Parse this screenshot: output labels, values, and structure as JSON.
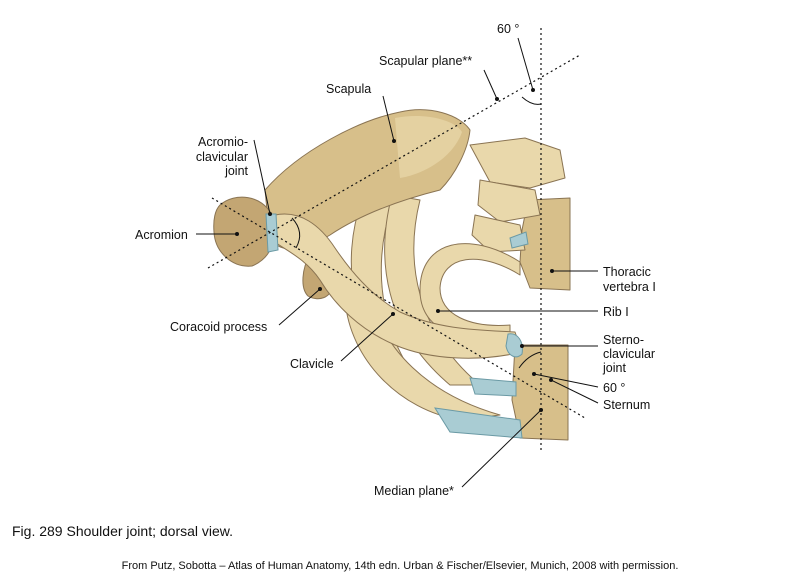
{
  "labels": {
    "angle_top": "60 °",
    "scapular_plane": "Scapular plane**",
    "scapula": "Scapula",
    "acromioclavicular_1": "Acromio-",
    "acromioclavicular_2": "clavicular",
    "acromioclavicular_3": "joint",
    "acromion": "Acromion",
    "coracoid": "Coracoid process",
    "clavicle": "Clavicle",
    "thoracic_1": "Thoracic",
    "thoracic_2": "vertebra I",
    "rib": "Rib I",
    "sternoclavicular_1": "Sterno-",
    "sternoclavicular_2": "clavicular",
    "sternoclavicular_3": "joint",
    "angle_bottom": "60 °",
    "sternum": "Sternum",
    "median_plane": "Median plane*"
  },
  "caption": "Fig. 289 Shoulder joint; dorsal view.",
  "source": "From Putz, Sobotta – Atlas of Human Anatomy, 14th edn. Urban & Fischer/Elsevier, Munich, 2008 with permission."
}
